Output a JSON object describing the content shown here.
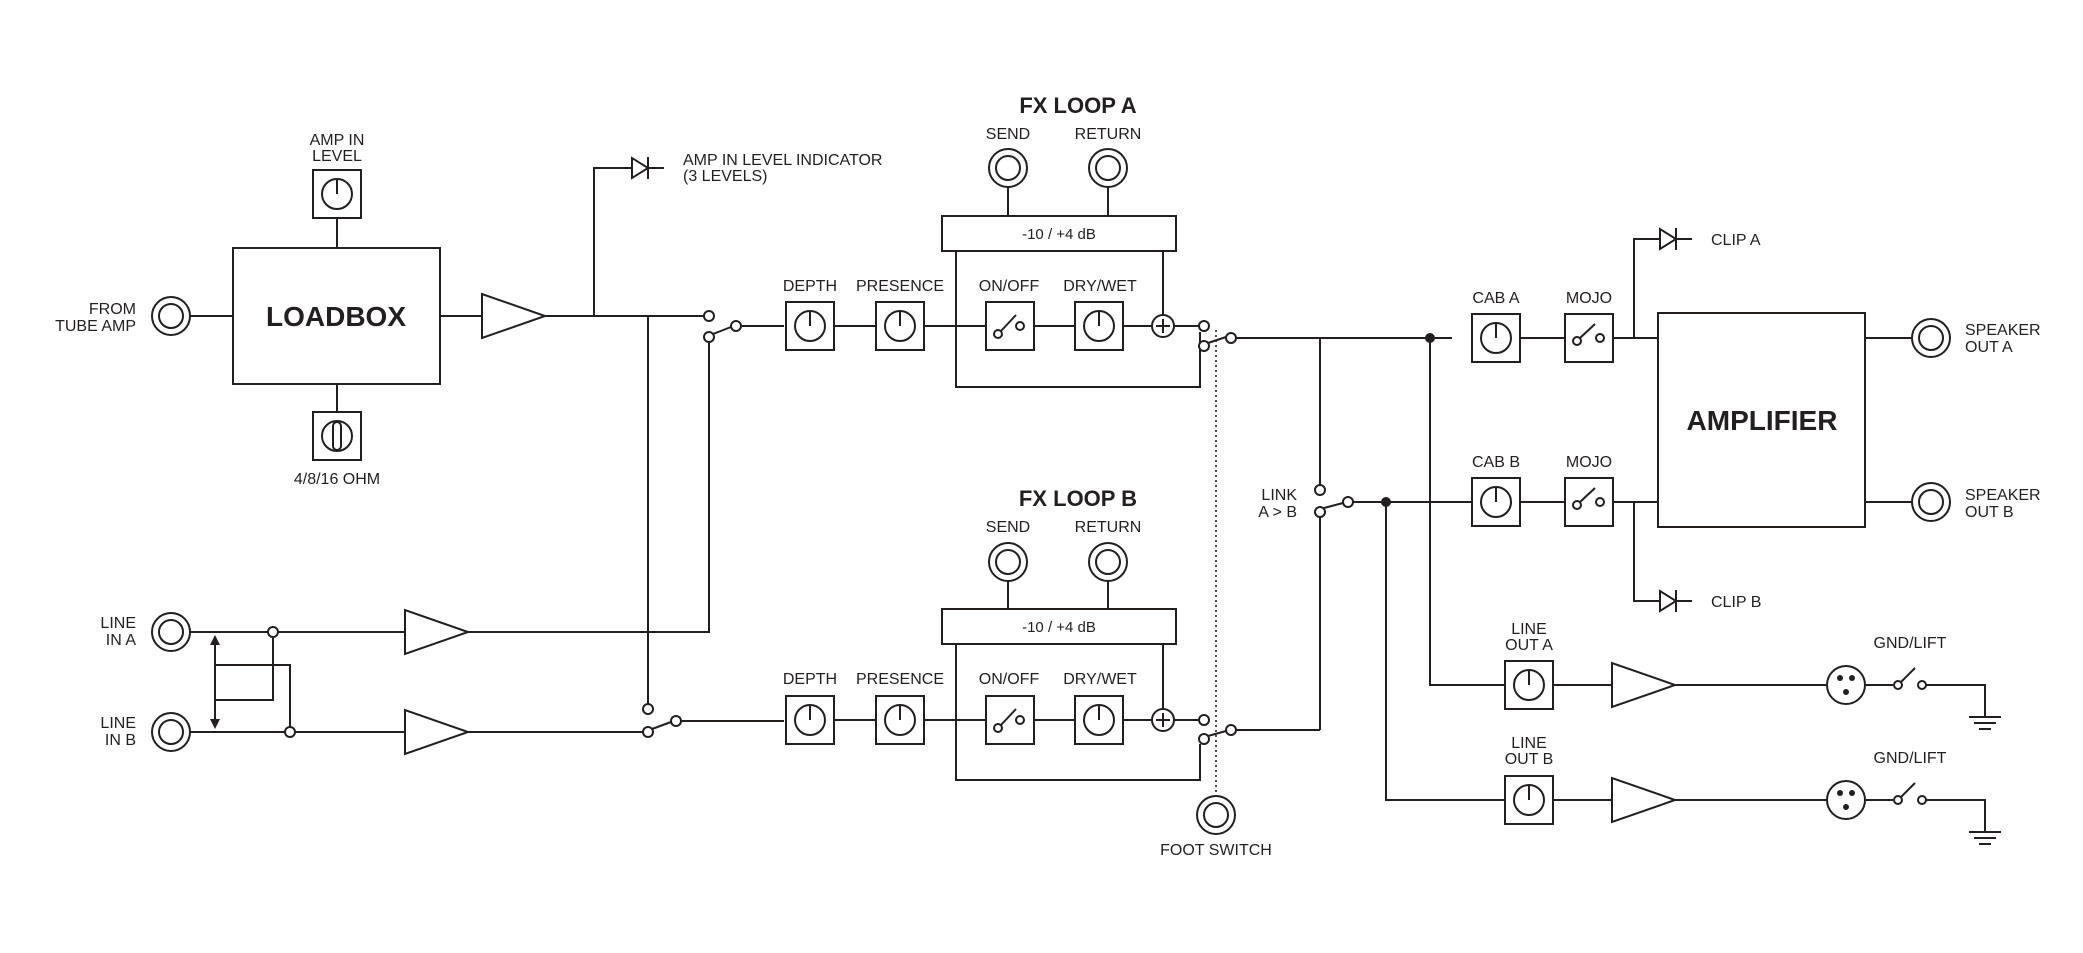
{
  "labels": {
    "from_tube_amp": [
      "FROM",
      "TUBE AMP"
    ],
    "amp_in_level": [
      "AMP IN",
      "LEVEL"
    ],
    "loadbox": "LOADBOX",
    "impedance": "4/8/16 OHM",
    "amp_in_indicator": [
      "AMP IN LEVEL INDICATOR",
      "(3 LEVELS)"
    ],
    "line_in_a": [
      "LINE",
      "IN A"
    ],
    "line_in_b": [
      "LINE",
      "IN B"
    ],
    "depth": "DEPTH",
    "presence": "PRESENCE",
    "fx_loop_a": "FX LOOP A",
    "fx_loop_b": "FX LOOP B",
    "send": "SEND",
    "return": "RETURN",
    "level_switch": "-10 / +4 dB",
    "on_off": "ON/OFF",
    "dry_wet": "DRY/WET",
    "foot_switch": "FOOT SWITCH",
    "link": [
      "LINK",
      "A > B"
    ],
    "cab_a": "CAB A",
    "cab_b": "CAB B",
    "mojo": "MOJO",
    "clip_a": "CLIP A",
    "clip_b": "CLIP B",
    "amplifier": "AMPLIFIER",
    "speaker_out_a": [
      "SPEAKER",
      "OUT A"
    ],
    "speaker_out_b": [
      "SPEAKER",
      "OUT B"
    ],
    "line_out_a": [
      "LINE",
      "OUT A"
    ],
    "line_out_b": [
      "LINE",
      "OUT B"
    ],
    "gnd_lift": "GND/LIFT"
  },
  "colors": {
    "ink": "#231f20",
    "background": "#ffffff"
  }
}
